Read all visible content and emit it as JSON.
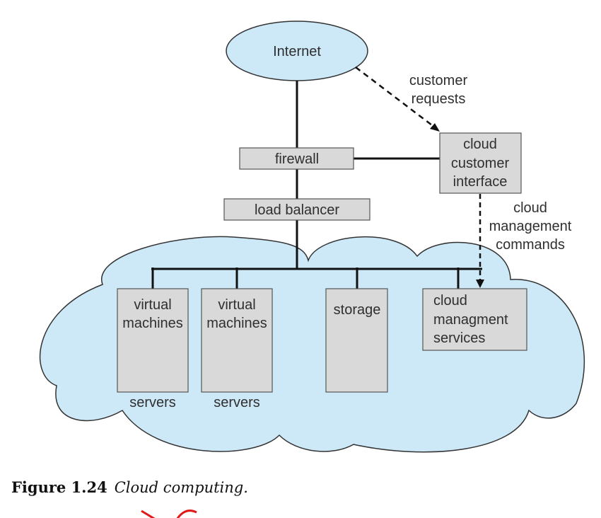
{
  "figure": {
    "nodes": {
      "internet": "Internet",
      "firewall": "firewall",
      "load_balancer": "load balancer",
      "cloud_customer_interface": [
        "cloud",
        "customer",
        "interface"
      ],
      "vm1": [
        "virtual",
        "machines"
      ],
      "vm2": [
        "virtual",
        "machines"
      ],
      "storage": "storage",
      "cloud_management_services": [
        "cloud",
        "managment",
        "services"
      ]
    },
    "labels": {
      "customer_requests": [
        "customer",
        "requests"
      ],
      "cloud_management_commands": [
        "cloud",
        "management",
        "commands"
      ],
      "servers1": "servers",
      "servers2": "servers"
    },
    "colors": {
      "cloud_fill": "#cde9f8",
      "box_fill": "#d9d9d9",
      "line": "#111111",
      "annotation": "#e01818"
    }
  },
  "caption": {
    "number": "Figure 1.24",
    "text": "Cloud computing."
  }
}
